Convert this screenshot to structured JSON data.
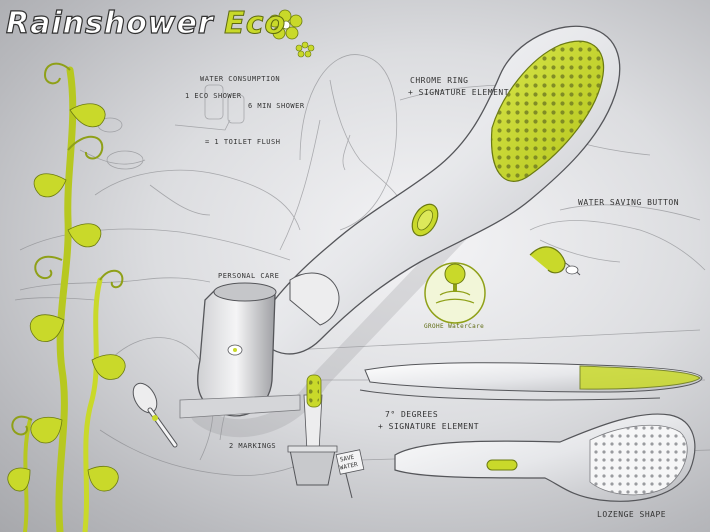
{
  "title": {
    "word1": "Rainshower",
    "word2": "Eco"
  },
  "notes": {
    "water_consumption": "Water consumption",
    "eco_shower": "1 eco shower",
    "six_min": "6 min shower",
    "toilet_flush": "= 1 toilet flush",
    "chrome_ring": "Chrome ring",
    "signature_element": "+ signature element",
    "water_saving_button": "Water saving button",
    "personal_care": "Personal care",
    "degrees": "7° degrees",
    "signature_element_2": "+ signature element",
    "markings": "2 markings",
    "lozenge_shape": "Lozenge shape"
  },
  "badge": {
    "text": "GROHE WaterCare"
  },
  "sign": {
    "line1": "SAVE",
    "line2": "WATER"
  },
  "colors": {
    "accent": "#c9d92a",
    "accent_dark": "#5d6a10",
    "chrome": "#d9dadd"
  }
}
